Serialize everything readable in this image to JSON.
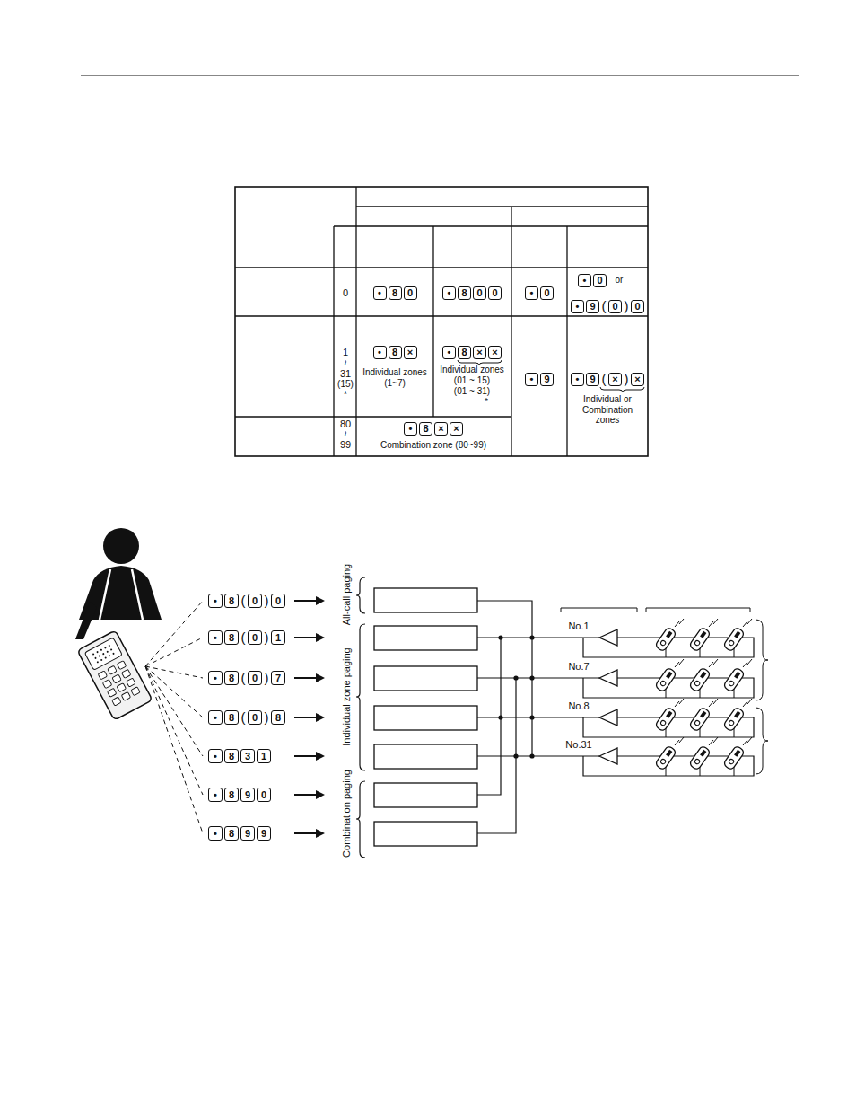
{
  "diagram": {
    "labels": [
      "0",
      "•",
      "8",
      "0",
      "•",
      "8",
      "0",
      "0",
      "•",
      "0",
      "•",
      "0",
      "or",
      "•",
      "9",
      "(",
      "0",
      ")",
      "0",
      "1",
      "~",
      "31",
      "(15)",
      "*",
      "•",
      "8",
      "×",
      "Individual zones (1~7)",
      "•",
      "8",
      "×",
      "×",
      "Individual zones",
      "(01 ~ 15)",
      "(01 ~ 31)",
      "*",
      "•",
      "9",
      "•",
      "9",
      "(",
      "×",
      ")",
      "×",
      "Individual or Combination zones",
      "80",
      "~",
      "99",
      "•",
      "8",
      "×",
      "×",
      "Combination zone (80~99)",
      "•",
      "8",
      "(",
      "0",
      ")",
      "0",
      "•",
      "8",
      "(",
      "0",
      ")",
      "1",
      "•",
      "8",
      "(",
      "0",
      ")",
      "7",
      "•",
      "8",
      "(",
      "0",
      ")",
      "8",
      "•",
      "8",
      "3",
      "1",
      "•",
      "8",
      "9",
      "0",
      "•",
      "8",
      "9",
      "9",
      "All-call paging",
      "Individual zone paging",
      "Combination paging",
      "No.1",
      "No.7",
      "No.8",
      "No.31"
    ]
  }
}
